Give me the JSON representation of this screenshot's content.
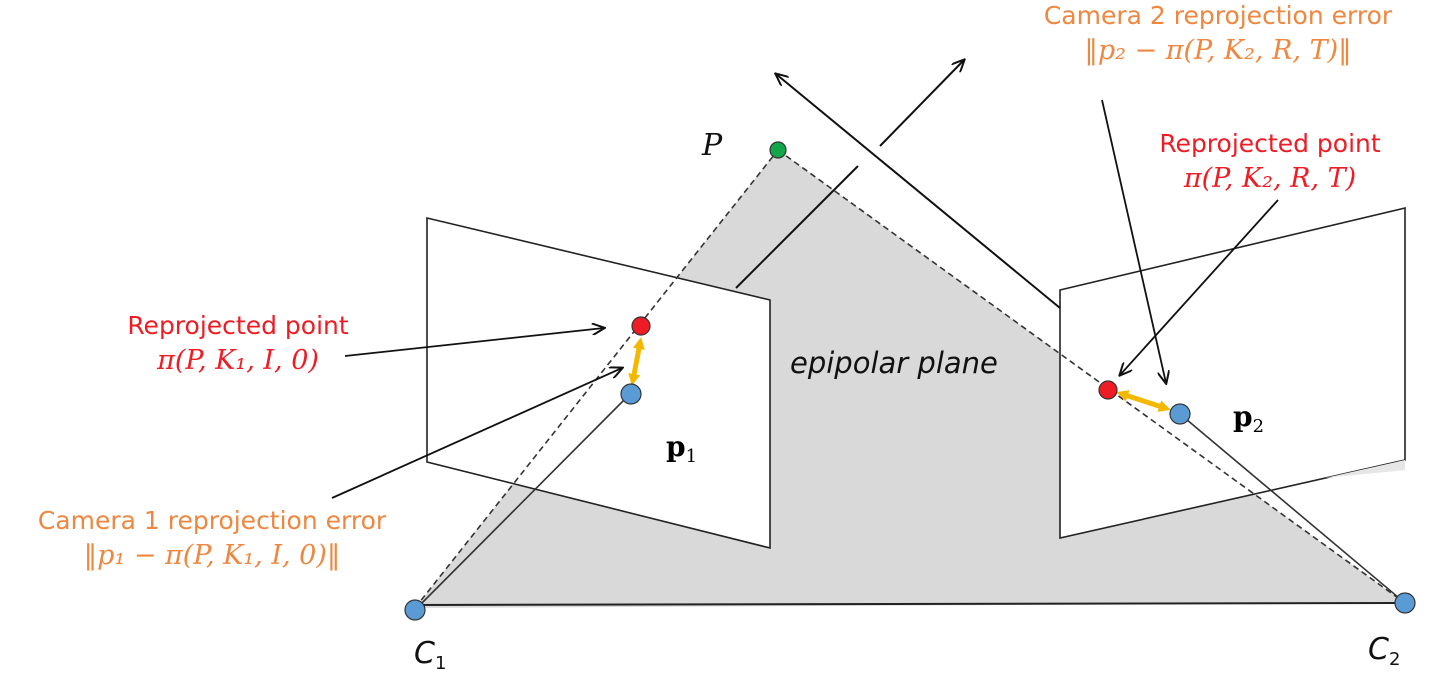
{
  "diagram": {
    "point_label": "P",
    "plane_label": "epipolar plane",
    "image1_point_label": "p",
    "image1_point_subscript": "1",
    "image2_point_label": "p",
    "image2_point_subscript": "2",
    "camera1_label": "C",
    "camera1_subscript": "1",
    "camera2_label": "C",
    "camera2_subscript": "2",
    "left_reprojected": {
      "title": "Reprojected point",
      "formula": "π(P, K₁, I, 0)"
    },
    "right_reprojected": {
      "title": "Reprojected point",
      "formula": "π(P, K₂, R, T)"
    },
    "camera1_error": {
      "title": "Camera 1 reprojection error",
      "formula": "‖p₁ − π(P, K₁, I, 0)‖"
    },
    "camera2_error": {
      "title": "Camera 2 reprojection error",
      "formula": "‖p₂ − π(P, K₂, R, T)‖"
    },
    "colors": {
      "plane_fill": "#d9d9d9",
      "reprojected_point": "#ee1c25",
      "observed_point": "#5b9bd5",
      "world_point": "#13a54a",
      "error_arrow": "#f5b800",
      "reprojected_text": "#ee1c25",
      "error_text": "#ee8740"
    }
  }
}
